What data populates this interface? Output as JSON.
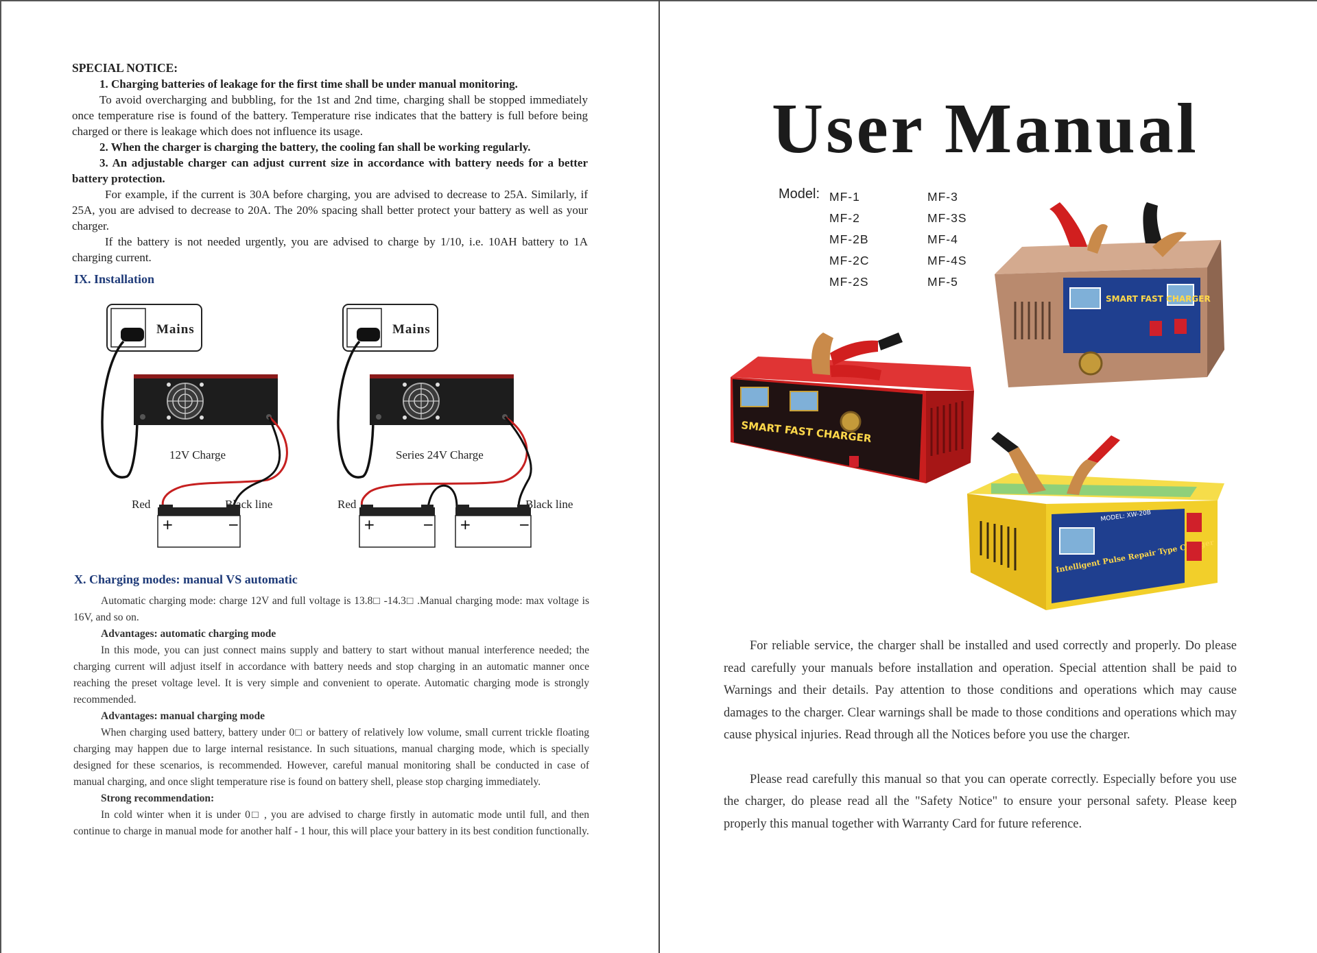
{
  "left_page": {
    "special_notice": {
      "heading": "SPECIAL NOTICE:",
      "item1": "1. Charging batteries of leakage for the first time shall be under manual monitoring.",
      "item1_body": "To avoid overcharging and bubbling,    for the 1st and 2nd time, charging shall be stopped immediately once temperature rise is found of the battery. Temperature rise indicates that the battery is full before being charged or there is leakage which does not influence its usage.",
      "item2": "2. When the charger is charging the battery, the cooling fan shall be working regularly.",
      "item3": "3. An adjustable charger can adjust current size in accordance with battery needs for a better battery protection.",
      "item3_body1": "For example, if the current is 30A before charging, you are advised to decrease to 25A. Similarly, if 25A, you are advised to decrease to 20A. The 20% spacing shall better protect your battery as well as your charger.",
      "item3_body2": "If the battery is not needed urgently, you are advised to charge by 1/10, i.e. 10AH battery to 1A charging current."
    },
    "installation": {
      "heading": "IX. Installation",
      "diagram_left": {
        "mains": "Mains",
        "caption": "12V Charge",
        "red": "Red",
        "black": "Black line"
      },
      "diagram_right": {
        "mains": "Mains",
        "caption": "Series 24V Charge",
        "red": "Red",
        "black": "Black line"
      }
    },
    "modes": {
      "heading": "X. Charging modes: manual VS automatic",
      "intro": "Automatic charging mode: charge 12V and full voltage is 13.8□ -14.3□ .Manual charging mode: max voltage is 16V, and so on.",
      "auto_heading": "Advantages: automatic charging mode",
      "auto_body": "In this mode, you can just connect mains supply and battery to start without manual interference needed; the charging current will adjust itself in accordance with battery needs and stop charging in an automatic manner once reaching the preset voltage level. It is very simple and convenient to operate. Automatic charging mode is strongly recommended.",
      "manual_heading": "Advantages: manual charging mode",
      "manual_body": "When charging used battery, battery under 0□  or battery of relatively low volume, small current trickle floating charging may happen due to large internal resistance. In such situations, manual charging mode, which is specially designed for these scenarios, is recommended. However, careful manual monitoring shall be conducted in case of manual charging, and once slight temperature rise is found on battery shell, please stop charging immediately.",
      "strong_heading": "Strong recommendation:",
      "strong_body": "In cold winter when it is under 0□ , you are advised to charge firstly in automatic mode until full, and then continue to charge in manual mode for another half - 1 hour, this will place your battery in its best condition functionally."
    }
  },
  "right_page": {
    "title": "User Manual",
    "model_label": "Model:",
    "models_col1": [
      "MF-1",
      "MF-2",
      "MF-2B",
      "MF-2C",
      "MF-2S"
    ],
    "models_col2": [
      "MF-3",
      "MF-3S",
      "MF-4",
      "MF-4S",
      "MF-5"
    ],
    "products": {
      "red": {
        "brand": "SMART FAST CHARGER"
      },
      "bronze": {
        "brand": "SMART FAST CHARGER"
      },
      "yellow": {
        "brand": "Intelligent Pulse Repair Type Charger",
        "model": "MODEL: XW-20B"
      }
    },
    "para1": "For reliable service, the charger shall be installed and used correctly and properly. Do please read carefully your manuals before installation and operation. Special attention shall be paid to Warnings and their details. Pay attention to those conditions and operations which may cause damages to the charger. Clear warnings shall be made to those conditions and operations which may cause physical injuries. Read through all the Notices before you use the charger.",
    "para2": "Please read carefully this manual so that you can operate correctly. Especially before you use the charger, do please read all the \"Safety Notice\" to ensure your personal safety. Please keep properly this manual together with Warranty Card for future reference.",
    "colors": {
      "red_charger": "#c81e1e",
      "bronze_charger": "#b98a6e",
      "yellow_charger": "#f2cf2a",
      "panel_blue": "#1f3f8f"
    }
  }
}
